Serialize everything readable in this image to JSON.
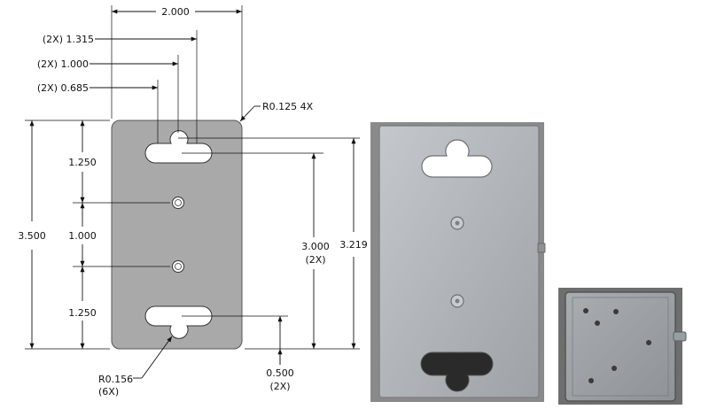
{
  "colors": {
    "plate_fill": "#a9a9a9",
    "plate_stroke": "#555555",
    "dim_line": "#111111",
    "photo_metal": "#b4b8bc",
    "photo_dark": "#2a2a2a",
    "photo_bg": "#8a8a8a"
  },
  "dimensions": {
    "top_width": "2.000",
    "x_1315": "(2X) 1.315",
    "x_1000": "(2X) 1.000",
    "x_0685": "(2X) 0.685",
    "corner_radius": "R0.125  4X",
    "height_total": "3.500",
    "y_1250_top": "1.250",
    "y_1000": "1.000",
    "y_1250_bottom": "1.250",
    "slot_spacing_value": "3.000",
    "slot_spacing_qty": "(2X)",
    "height_3219": "3.219",
    "hole_radius": "R0.156",
    "hole_radius_qty": "(6X)",
    "bottom_offset": "0.500",
    "bottom_offset_qty": "(2X)"
  },
  "photos": {
    "main_icon": "metal-bracket-photo",
    "cube_icon": "enclosure-cube-photo"
  }
}
